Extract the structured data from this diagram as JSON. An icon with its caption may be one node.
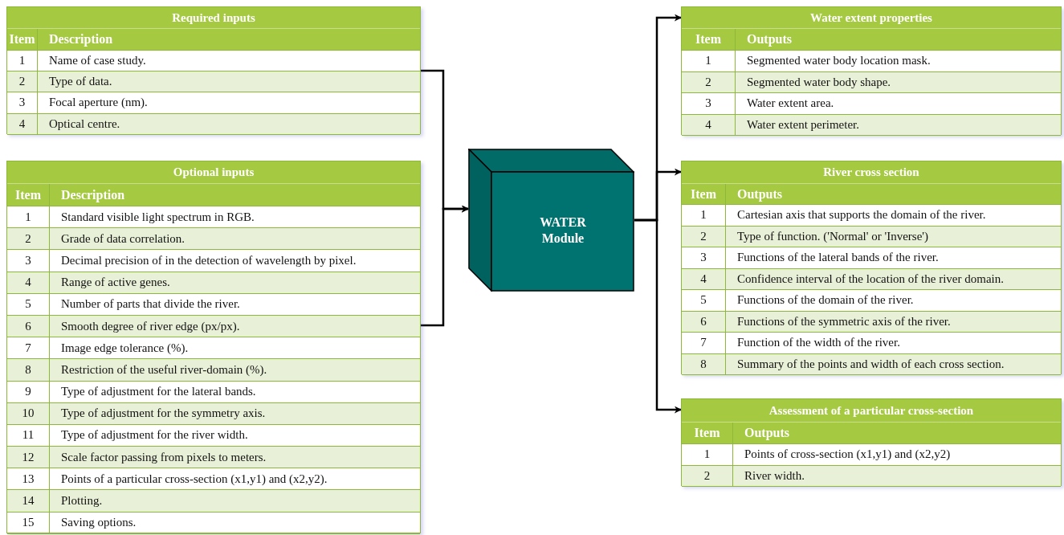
{
  "diagram": {
    "nodes": [
      {
        "text": [
          "Required inputs",
          "Item",
          "Description",
          "1",
          "Name of case study.",
          "2",
          "Type of data.",
          "3",
          "Focal aperture (nm).",
          "4",
          "Optical centre."
        ]
      },
      {
        "text": [
          "Optional inputs",
          "Item",
          "Description",
          "1",
          "Standard visible light spectrum in RGB.",
          "2",
          "Grade of data correlation.",
          "3",
          "Decimal precision of in the detection of wavelength by pixel.",
          "4",
          "Range of active genes.",
          "5",
          "Number of parts that divide the river.",
          "6",
          "Smooth degree of river edge (px/px).",
          "7",
          "Image edge tolerance (%).",
          "8",
          "Restriction of the useful river-domain (%).",
          "9",
          "Type of adjustment for the lateral bands.",
          "10",
          "Type of adjustment for the symmetry axis.",
          "11",
          "Type of adjustment for the river width.",
          "12",
          "Scale factor passing from pixels to meters.",
          "13",
          "Points of a particular cross-section (x1,y1) and (x2,y2).",
          "14",
          "Plotting.",
          "15",
          "Saving options."
        ]
      },
      {
        "text": [
          "WATER Module"
        ]
      },
      {
        "text": [
          "Water extent properties",
          "Item",
          "Outputs",
          "1",
          "Segmented water body location mask.",
          "2",
          "Segmented water body shape.",
          "3",
          "Water extent area.",
          "4",
          "Water extent perimeter."
        ]
      },
      {
        "text": [
          "River cross section",
          "Item",
          "Outputs",
          "1",
          "Cartesian axis that supports the domain of the river.",
          "2",
          "Type of function. ('Normal' or 'Inverse')",
          "3",
          "Functions of the lateral bands of the river.",
          "4",
          "Confidence interval of the location of the river domain.",
          "5",
          "Functions of the domain of the river.",
          "6",
          "Functions of the symmetric axis of the river.",
          "7",
          "Function of the width of the river.",
          "8",
          "Summary of the points and width of each cross section."
        ]
      },
      {
        "text": [
          "Assessment of a particular cross-section",
          "Item",
          "Outputs",
          "1",
          "Points of cross-section (x1,y1) and (x2,y2)",
          "2",
          "River width."
        ]
      }
    ],
    "edges": [
      {
        "from": 0,
        "to": 2,
        "arrow": "to"
      },
      {
        "from": 1,
        "to": 2,
        "arrow": "to"
      },
      {
        "from": 2,
        "to": 3,
        "arrow": "to"
      },
      {
        "from": 2,
        "to": 4,
        "arrow": "to"
      },
      {
        "from": 2,
        "to": 5,
        "arrow": "to"
      }
    ]
  }
}
